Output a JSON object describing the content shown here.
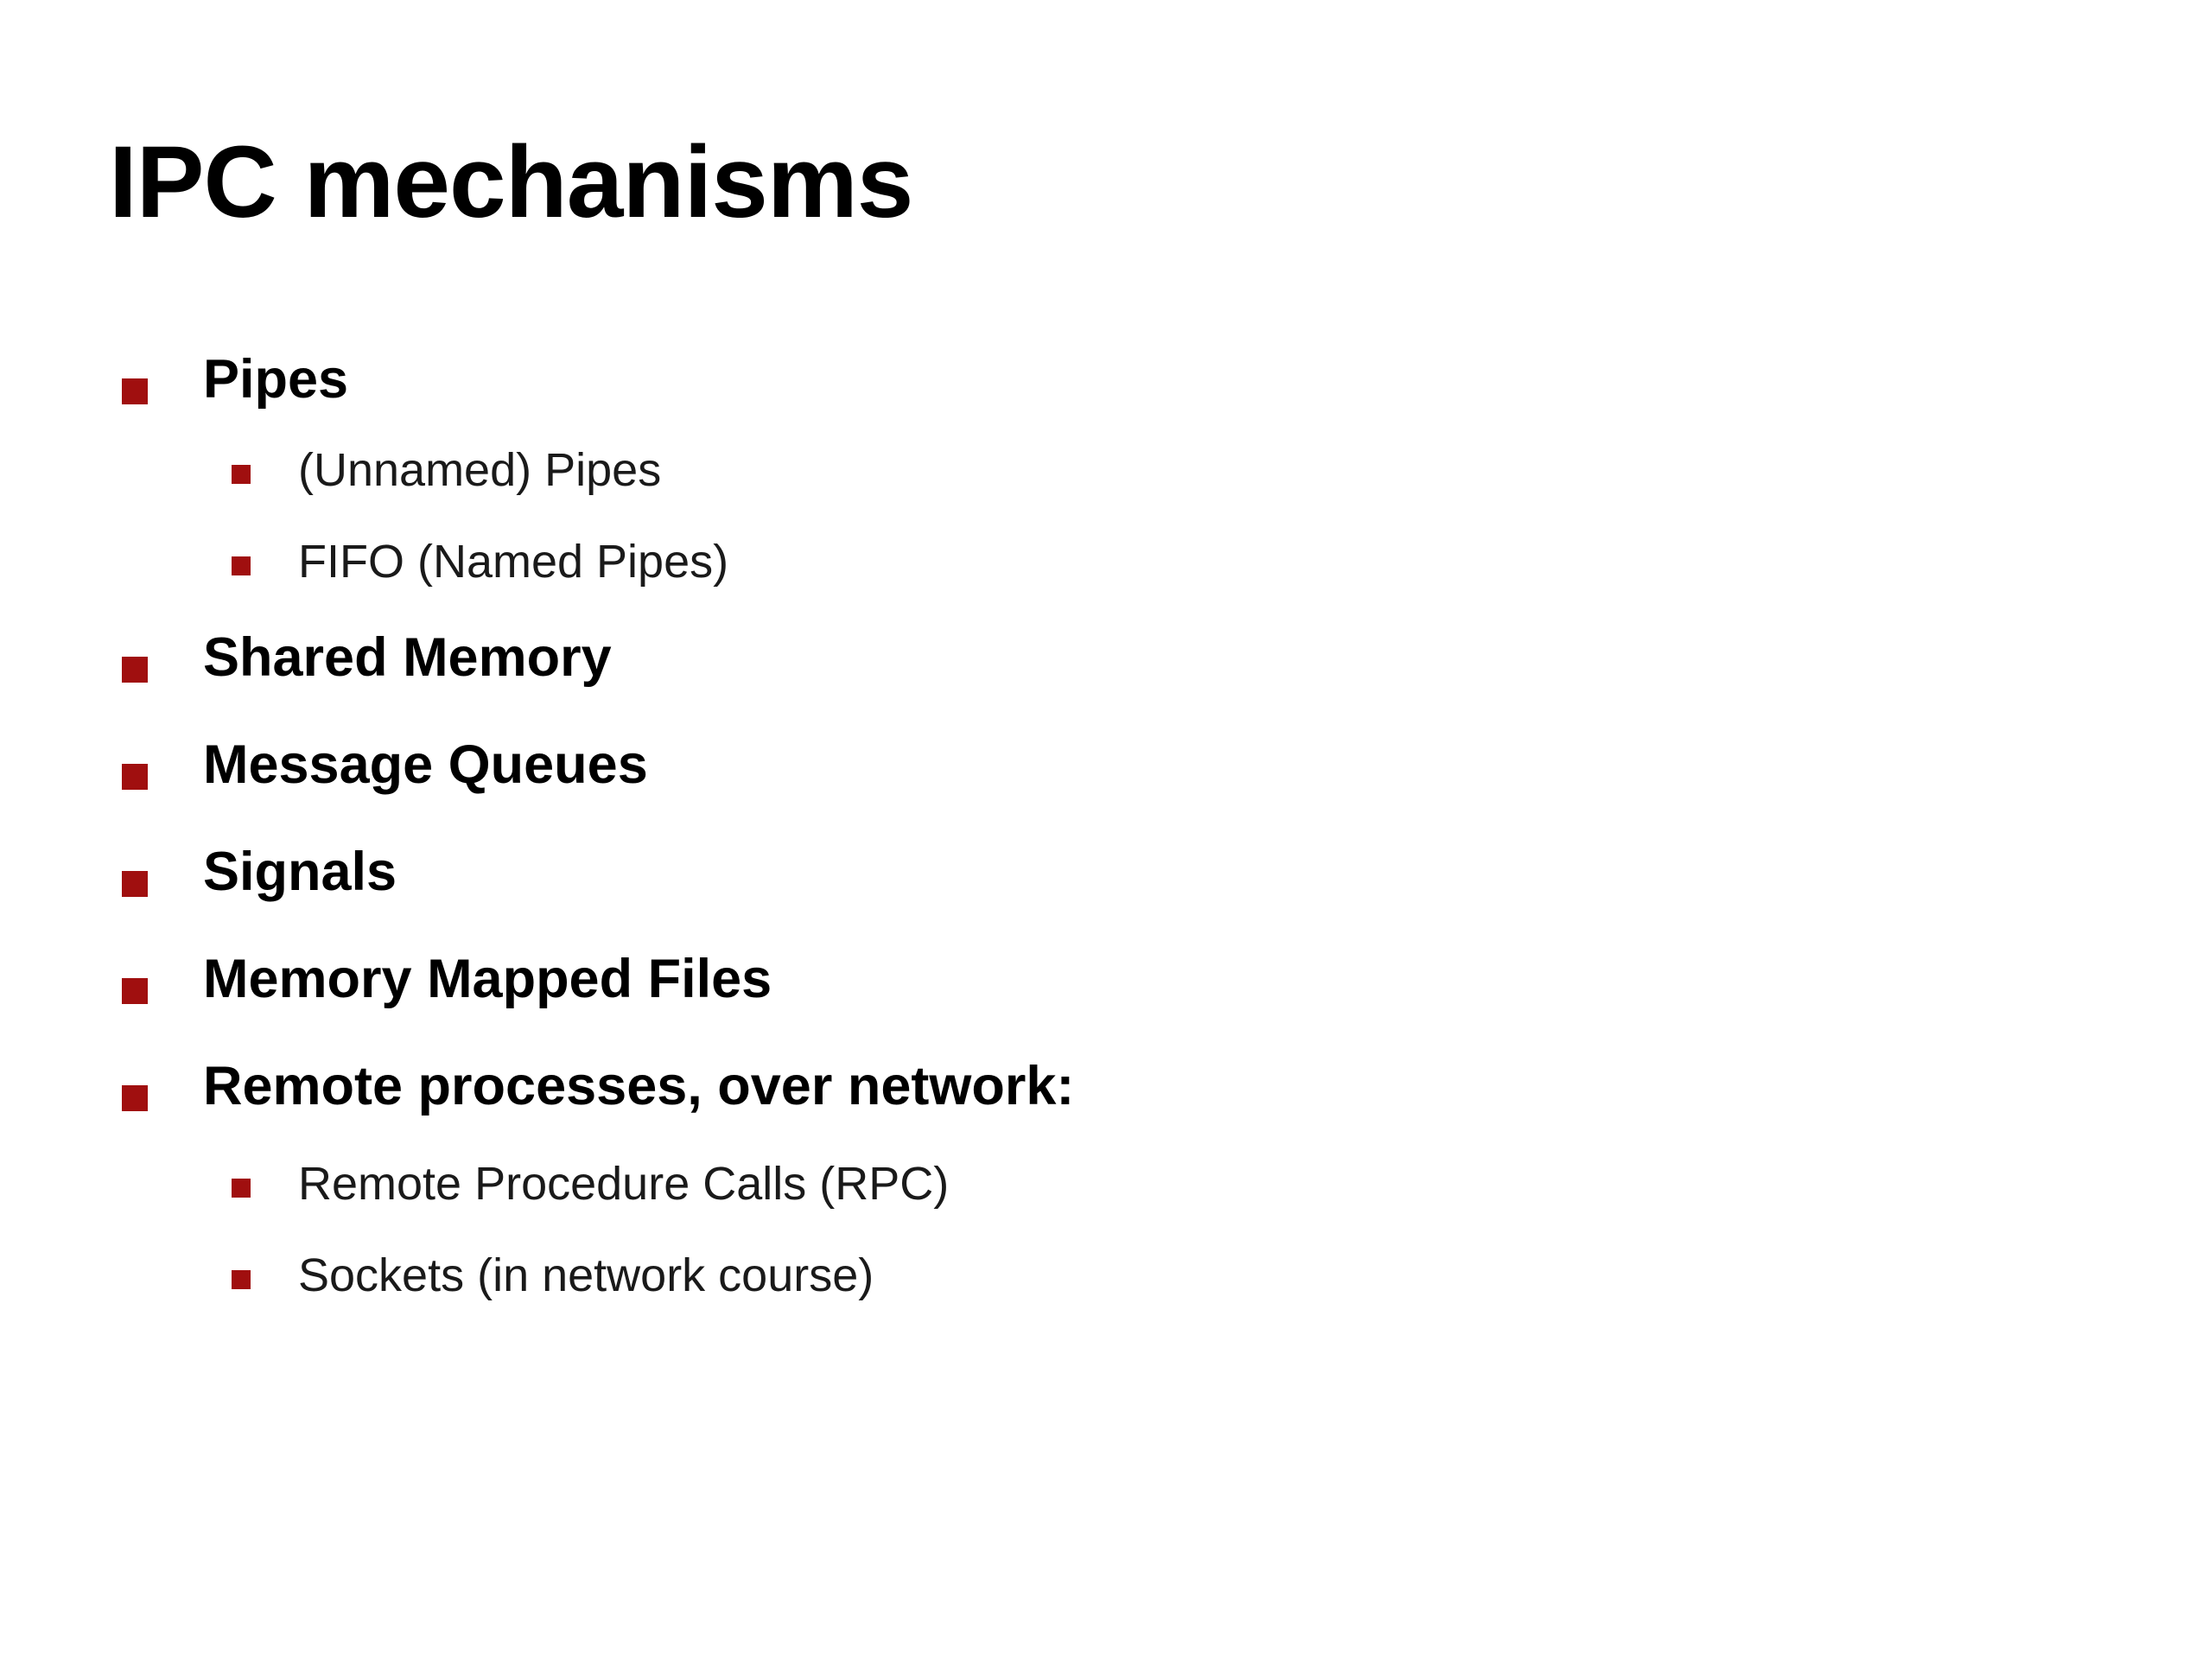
{
  "slide": {
    "title": "IPC mechanisms",
    "background_color": "#FFFFFF",
    "text_color": "#000000",
    "bullet_color": "#A00F0F",
    "bullets": [
      {
        "level": 1,
        "text": "Pipes",
        "children": [
          {
            "level": 2,
            "text": "(Unnamed) Pipes"
          },
          {
            "level": 2,
            "text": "FIFO (Named Pipes)"
          }
        ]
      },
      {
        "level": 1,
        "text": "Shared Memory",
        "children": []
      },
      {
        "level": 1,
        "text": "Message Queues",
        "children": []
      },
      {
        "level": 1,
        "text": "Signals",
        "children": []
      },
      {
        "level": 1,
        "text": "Memory Mapped Files",
        "children": []
      },
      {
        "level": 1,
        "text": "Remote processes, over network:",
        "children": [
          {
            "level": 2,
            "text": "Remote Procedure Calls (RPC)"
          },
          {
            "level": 2,
            "text": "Sockets (in network course)"
          }
        ]
      }
    ]
  }
}
